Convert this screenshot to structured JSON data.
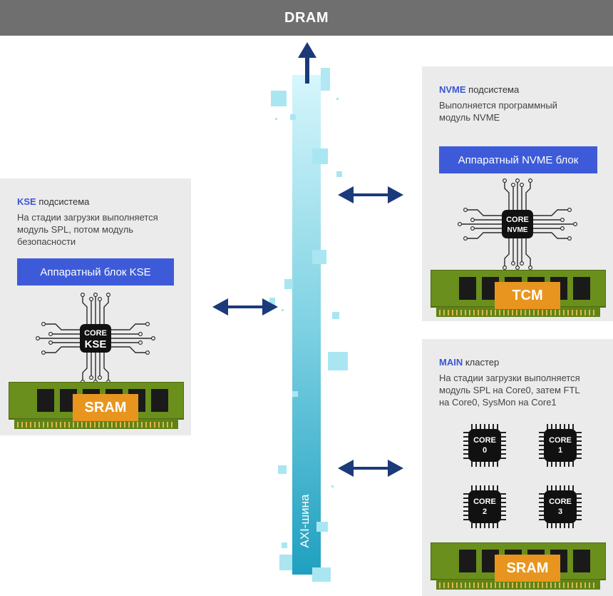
{
  "header": {
    "title": "DRAM"
  },
  "bus": {
    "label": "AXI-шина"
  },
  "kse": {
    "name": "KSE",
    "suffix": " подсистема",
    "description_lines": [
      "На стадии загрузки выполняется",
      "модуль SPL, потом модуль",
      "безопасности"
    ],
    "hw_block": "Аппаратный блок KSE",
    "core_label_1": "CORE",
    "core_label_2": "KSE",
    "memory": "SRAM"
  },
  "nvme": {
    "name": "NVME",
    "suffix": " подсистема",
    "description_lines": [
      "Выполняется программный",
      "модуль NVME"
    ],
    "hw_block": "Аппаратный NVME блок",
    "core_label_1": "CORE",
    "core_label_2": "NVME",
    "memory": "TCM"
  },
  "main": {
    "name": "MAIN",
    "suffix": " кластер",
    "description_lines": [
      "На стадии загрузки выполняется",
      "модуль SPL на Core0, затем FTL",
      "на Core0, SysMon на Core1"
    ],
    "cores": [
      {
        "label": "CORE",
        "num": "0"
      },
      {
        "label": "CORE",
        "num": "1"
      },
      {
        "label": "CORE",
        "num": "2"
      },
      {
        "label": "CORE",
        "num": "3"
      }
    ],
    "memory": "SRAM"
  },
  "colors": {
    "accent": "#3d5bd9",
    "arrow": "#1b3a7a",
    "memory_label": "#e8951f",
    "panel": "#ebebeb",
    "dram_bar": "#6f6f6f"
  }
}
